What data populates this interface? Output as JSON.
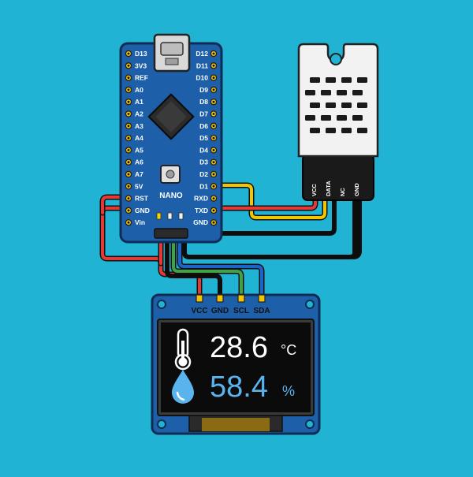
{
  "colors": {
    "background": "#21b3d3",
    "board_blue": "#1d5fa8",
    "wire_red": "#e53935",
    "wire_black": "#1a1a1a",
    "wire_yellow": "#f5c400",
    "wire_green": "#43a047",
    "wire_blue": "#1e63c8",
    "oled_value_white": "#ffffff",
    "oled_value_blue": "#59b4ee"
  },
  "nano": {
    "name": "NANO",
    "left_pins": [
      "D13",
      "3V3",
      "REF",
      "A0",
      "A1",
      "A2",
      "A3",
      "A4",
      "A5",
      "A6",
      "A7",
      "5V",
      "RST",
      "GND",
      "Vin"
    ],
    "right_pins": [
      "D12",
      "D11",
      "D10",
      "D9",
      "D8",
      "D7",
      "D6",
      "D5",
      "D4",
      "D3",
      "D2",
      "D1",
      "RXD",
      "TXD",
      "GND"
    ]
  },
  "dht": {
    "pins": [
      "VCC",
      "DATA",
      "NC",
      "GND"
    ]
  },
  "oled": {
    "pins": [
      "VCC",
      "GND",
      "SCL",
      "SDA"
    ],
    "temperature": {
      "value": "28.6",
      "unit": "°C",
      "icon": "thermometer-icon"
    },
    "humidity": {
      "value": "58.4",
      "unit": "%",
      "icon": "water-drop-icon"
    }
  }
}
